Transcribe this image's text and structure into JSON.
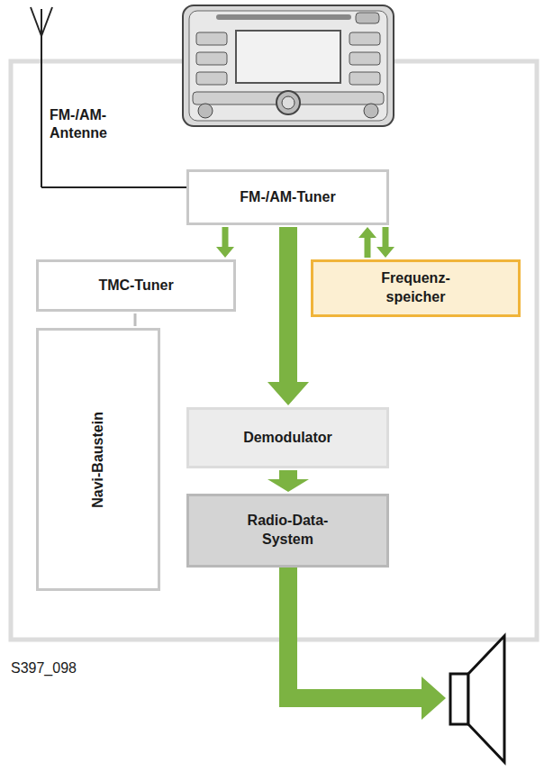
{
  "diagram": {
    "nodes": [
      {
        "text": [
          "FM-/AM-Tuner"
        ]
      },
      {
        "text": [
          "TMC-Tuner"
        ]
      },
      {
        "text": [
          "Frequenz- speicher"
        ]
      },
      {
        "text": [
          "Navi-Baustein"
        ]
      },
      {
        "text": [
          "Demodulator"
        ]
      },
      {
        "text": [
          "Radio-Data- System"
        ]
      }
    ],
    "edges": [
      {
        "from": 0,
        "to": 1,
        "arrow": "to"
      },
      {
        "from": 0,
        "to": 4,
        "arrow": "to"
      },
      {
        "from": 2,
        "to": 0,
        "arrow": "to"
      },
      {
        "from": 0,
        "to": 2,
        "arrow": "to"
      },
      {
        "from": 1,
        "to": 3,
        "arrow": "none"
      },
      {
        "from": 4,
        "to": 5,
        "arrow": "to"
      }
    ],
    "labels": [
      "FM-/AM-Antenne",
      "S397_098"
    ]
  }
}
